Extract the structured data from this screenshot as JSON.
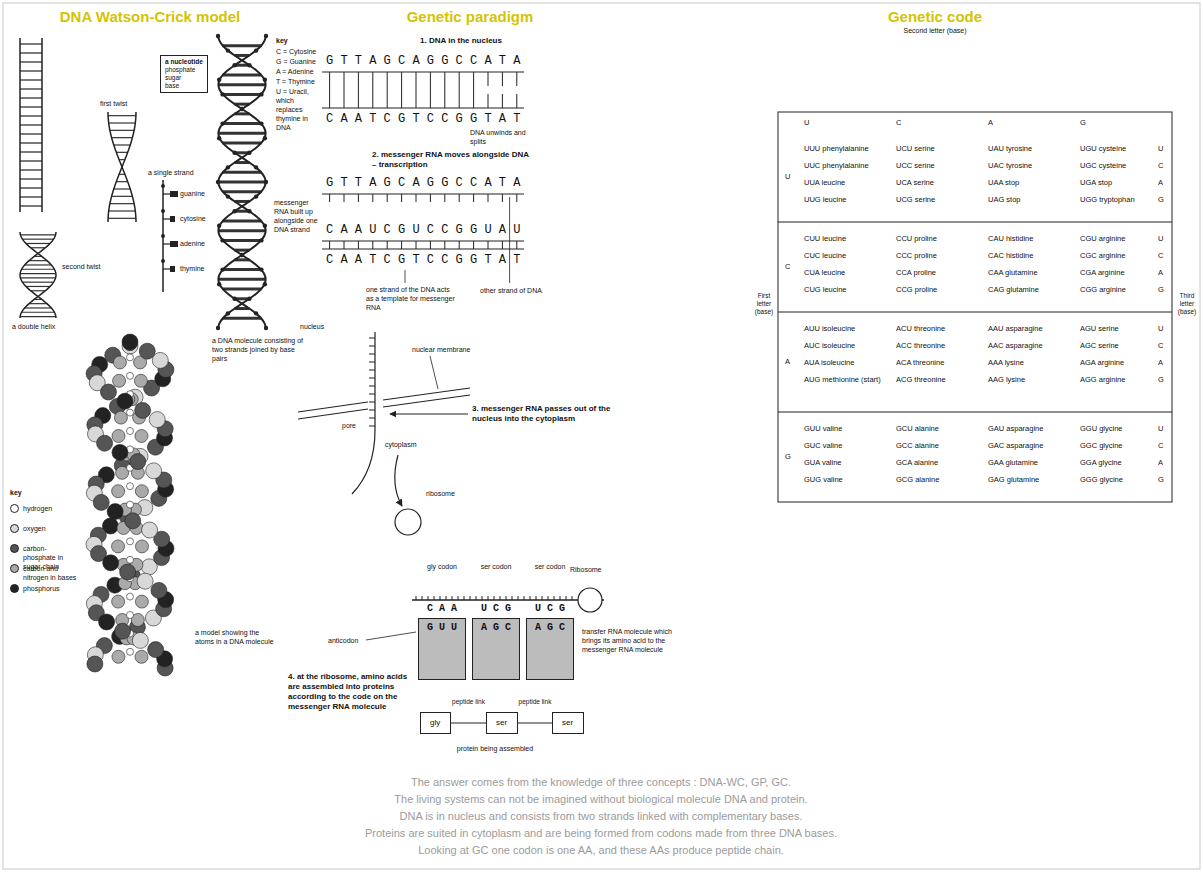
{
  "diagram": {
    "nodes": [
      {
        "text": [
          "a nucleotide",
          "phosphate",
          "sugar",
          "base"
        ]
      },
      {
        "text": [
          "G U U"
        ]
      },
      {
        "text": [
          "A G C"
        ]
      },
      {
        "text": [
          "A G C"
        ]
      },
      {
        "text": [
          "gly"
        ]
      },
      {
        "text": [
          "ser"
        ]
      },
      {
        "text": [
          "ser"
        ]
      }
    ],
    "edges": [
      {
        "from": 4,
        "to": 5,
        "arrow": "none",
        "label": "peptide link"
      },
      {
        "from": 5,
        "to": 6,
        "arrow": "none",
        "label": "peptide link"
      }
    ],
    "labels": [
      "DNA Watson-Crick model",
      "Genetic paradigm",
      "Genetic code",
      "first twist",
      "second twist",
      "a double helix",
      "key",
      "C = Cytosine",
      "G = Guanine",
      "A = Adenine",
      "T = Thymine",
      "U = Uracil, which replaces thymine in DNA",
      "a single strand",
      "guanine",
      "cytosine",
      "adenine",
      "thymine",
      "a DNA molecule consisting of two strands joined by base pairs",
      "a model showing the atoms in a DNA molecule",
      "key",
      "1. DNA in the nucleus",
      "G T T A G C A G G C C A T A",
      "C A A T C G T C C G G T A T",
      "DNA unwinds and splits",
      "2. messenger RNA moves alongside DNA – transcription",
      "G T T A G C A G G C C A T A",
      "messenger RNA built up alongside one DNA strand",
      "C A A U C G U C C G G U A U",
      "C A A T C G T C C G G T A T",
      "one strand of the DNA acts as a template for messenger RNA",
      "other strand of DNA",
      "nucleus",
      "nuclear membrane",
      "pore",
      "3. messenger RNA passes out of the nucleus into the cytoplasm",
      "cytoplasm",
      "ribosome",
      "gly codon",
      "ser codon",
      "ser codon",
      "C A A",
      "U C G",
      "U C G",
      "Ribosome",
      "anticodon",
      "transfer RNA molecule which brings its amino acid to the messenger RNA molecule",
      "4. at the ribosome, amino acids are assembled into proteins according to the code on the messenger RNA molecule",
      "protein being assembled",
      "Second letter (base)",
      "U",
      "C",
      "A",
      "G",
      "U",
      "UUU phenylalanine",
      "UCU serine",
      "UAU tyrosine",
      "UGU cysteine",
      "U",
      "UUC phenylalanine",
      "UCC serine",
      "UAC tyrosine",
      "UGC cysteine",
      "C",
      "UUA leucine",
      "UCA serine",
      "UAA stop",
      "UGA stop",
      "A",
      "UUG leucine",
      "UCG serine",
      "UAG stop",
      "UGG tryptophan",
      "G",
      "C",
      "CUU leucine",
      "CCU proline",
      "CAU histidine",
      "CGU arginine",
      "U",
      "CUC leucine",
      "CCC proline",
      "CAC histidine",
      "CGC arginine",
      "C",
      "CUA leucine",
      "CCA proline",
      "CAA glutamine",
      "CGA arginine",
      "A",
      "CUG leucine",
      "CCG proline",
      "CAG glutamine",
      "CGG arginine",
      "G",
      "A",
      "AUU isoleucine",
      "ACU threonine",
      "AAU asparagine",
      "AGU serine",
      "U",
      "AUC isoleucine",
      "ACC threonine",
      "AAC asparagine",
      "AGC serine",
      "C",
      "AUA isoleucine",
      "ACA threonine",
      "AAA lysine",
      "AGA arginine",
      "A",
      "AUG methionine (start)",
      "ACG threonine",
      "AAG lysine",
      "AGG arginine",
      "G",
      "G",
      "GUU valine",
      "GCU alanine",
      "GAU asparagine",
      "GGU glycine",
      "U",
      "GUC valine",
      "GCC alanine",
      "GAC asparagine",
      "GGC glycine",
      "C",
      "GUA valine",
      "GCA alanine",
      "GAA glutamine",
      "GGA glycine",
      "A",
      "GUG valine",
      "GCG alanine",
      "GAG glutamine",
      "GGG glycine",
      "G",
      "First letter (base)",
      "Third letter (base)",
      "The answer comes from the knowledge of three concepts : DNA-WC, GP, GC.",
      "The living systems can not be imagined without biological molecule DNA and protein.",
      "DNA is in nucleus and consists from two strands linked with complementary bases.",
      "Proteins are suited in cytoplasm and are being formed from codons made from three DNA bases.",
      "Looking at GC one codon is one AA, and these AAs produce peptide chain."
    ],
    "legend": [
      {
        "text": "hydrogen",
        "color": "#ffffff"
      },
      {
        "text": "oxygen",
        "color": "#d8d8d8"
      },
      {
        "text": "carbon-phosphate in sugar chain",
        "color": "#555555"
      },
      {
        "text": "carbon and nitrogen in bases",
        "color": "#aaaaaa"
      },
      {
        "text": "phosphorus",
        "color": "#222222"
      }
    ]
  }
}
